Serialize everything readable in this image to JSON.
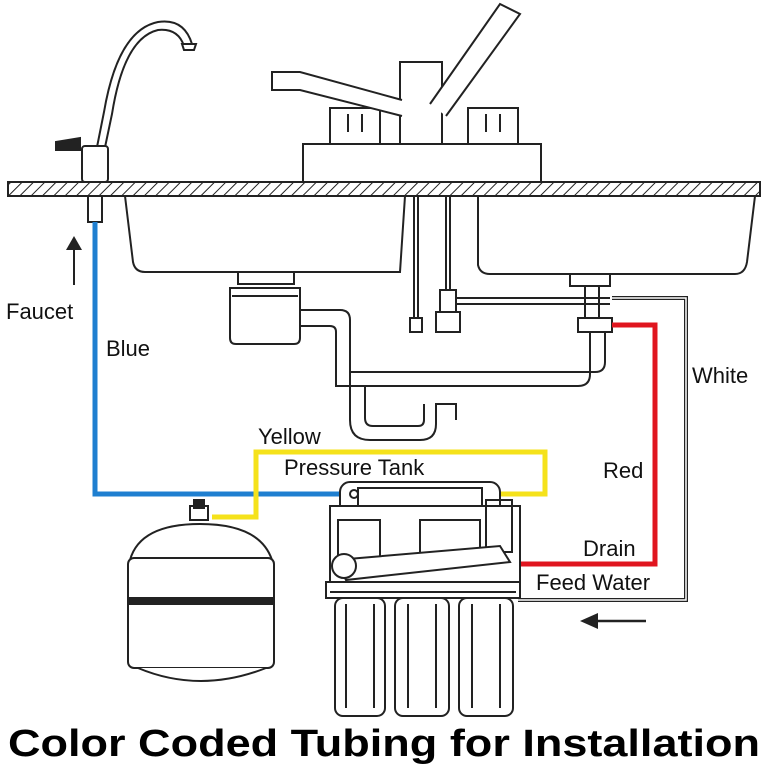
{
  "labels": {
    "faucet": "Faucet",
    "blue": "Blue",
    "yellow": "Yellow",
    "pressure_tank": "Pressure Tank",
    "red": "Red",
    "white": "White",
    "drain": "Drain",
    "feed_water": "Feed Water"
  },
  "title": "Color Coded Tubing for Installation",
  "tubing_colors": {
    "blue": "#1f7fd0",
    "yellow": "#f5e21b",
    "red": "#e0151f",
    "white": "#ffffff",
    "outline": "#222222"
  }
}
